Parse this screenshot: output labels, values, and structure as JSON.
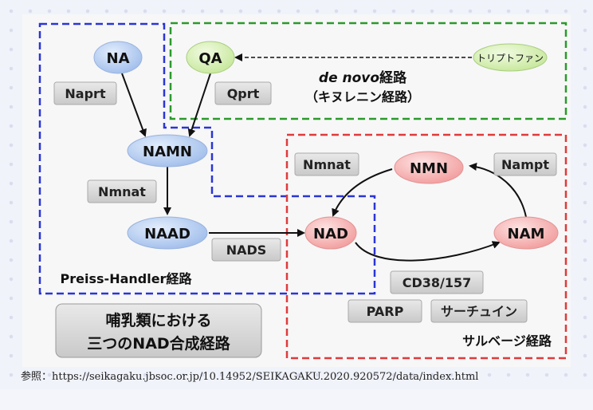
{
  "colors": {
    "blue_box": "#2a35d6",
    "green_box": "#2b9a2b",
    "red_box": "#e03a3a",
    "node_blue": "#bcd3f5",
    "node_green": "#d8f0b4",
    "node_red": "#f7b8b8",
    "enzyme_gray": "#d6d6d6"
  },
  "nodes": {
    "na": "NA",
    "qa": "QA",
    "namn": "NAMN",
    "naad": "NAAD",
    "nad": "NAD",
    "nmn": "NMN",
    "nam": "NAM",
    "tryptophan": "トリプトファン"
  },
  "enzymes": {
    "naprt": "Naprt",
    "qprt": "Qprt",
    "nmnat_left": "Nmnat",
    "nads": "NADS",
    "nmnat_right": "Nmnat",
    "nampt": "Nampt",
    "cd38": "CD38/157",
    "parp": "PARP",
    "sirtuin": "サーチュイン"
  },
  "pathways": {
    "denovo_line1_italic": "de novo",
    "denovo_line1_rest": "経路",
    "denovo_line2": "（キヌレニン経路）",
    "preiss": "Preiss-Handler経路",
    "salvage": "サルベージ経路"
  },
  "title_box": {
    "line1": "哺乳類における",
    "line2": "三つのNAD合成経路"
  },
  "reference": "参照：https://seikagaku.jbsoc.or.jp/10.14952/SEIKAGAKU.2020.920572/data/index.html"
}
